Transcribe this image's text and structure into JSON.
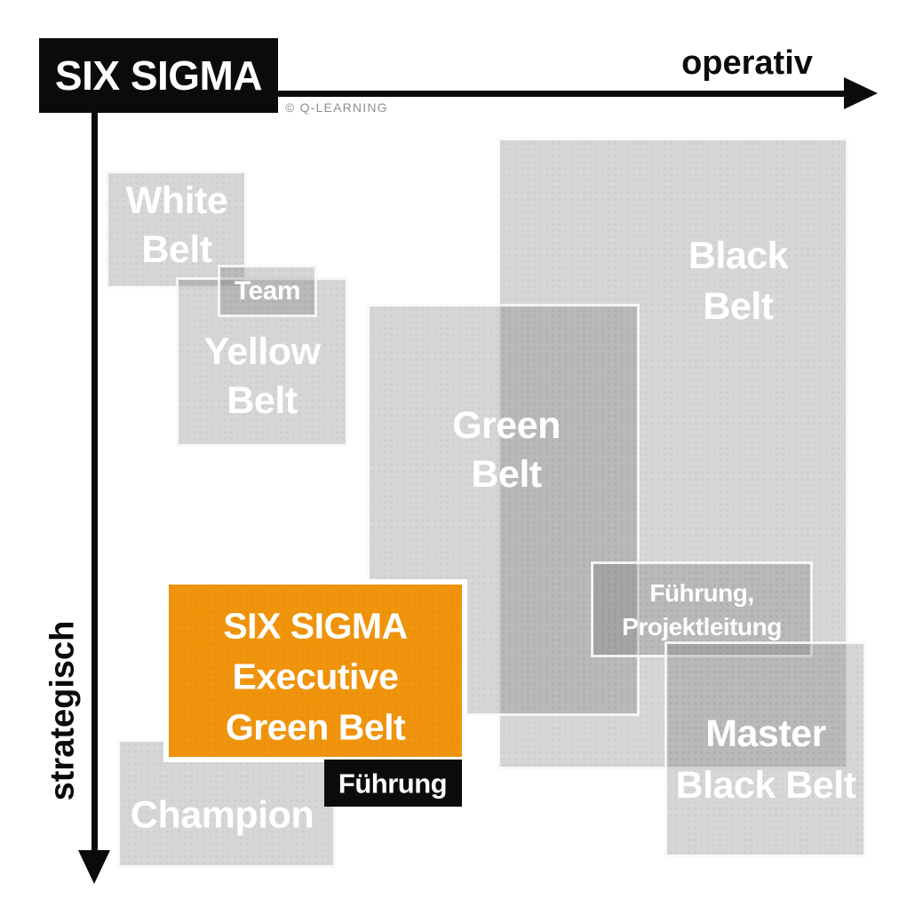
{
  "diagram": {
    "title": "SIX SIGMA",
    "copyright": "© Q-LEARNING",
    "axis_x_label": "operativ",
    "axis_y_label": "strategisch"
  },
  "belts": {
    "white_belt": {
      "line1": "White",
      "line2": "Belt"
    },
    "team": {
      "label": "Team"
    },
    "yellow_belt": {
      "line1": "Yellow",
      "line2": "Belt"
    },
    "green_belt": {
      "line1": "Green",
      "line2": "Belt"
    },
    "black_belt": {
      "line1": "Black",
      "line2": "Belt"
    },
    "fuehrung_projektleitung": {
      "line1": "Führung,",
      "line2": "Projektleitung"
    },
    "master_black_belt": {
      "line1": "Master",
      "line2": "Black Belt"
    },
    "champion": {
      "label": "Champion"
    }
  },
  "highlight": {
    "line1": "SIX SIGMA",
    "line2": "Executive",
    "line3": "Green Belt",
    "tag": "Führung"
  },
  "colors": {
    "accent_orange": "#F0940C",
    "box_gray": "#D6D6D6",
    "overlap_gray": "#BABABA",
    "black": "#0B0B0B",
    "copyright_gray": "#8F8F8F",
    "label_white": "#FFFFFF"
  }
}
